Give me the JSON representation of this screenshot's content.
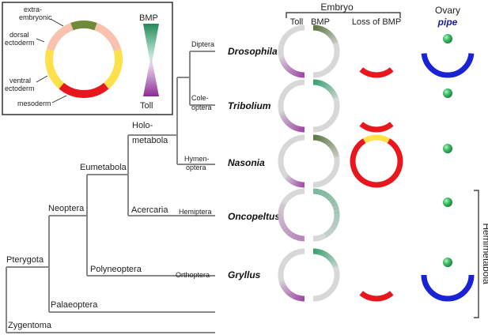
{
  "inset": {
    "labels": {
      "extraembryonic": [
        "extra-",
        "embryonic"
      ],
      "dorsal": [
        "dorsal",
        "ectoderm"
      ],
      "ventral": [
        "ventral",
        "ectoderm"
      ],
      "mesoderm": "mesoderm",
      "bmp": "BMP",
      "toll": "Toll"
    }
  },
  "headers": {
    "embryo": "Embryo",
    "toll": "Toll",
    "bmp": "BMP",
    "loss_of_bmp": "Loss of BMP",
    "ovary": "Ovary",
    "pipe": "pipe",
    "hemimetabola": "Hemimetabola"
  },
  "tree": {
    "clades": {
      "holometabola": [
        "Holo-",
        "metabola"
      ],
      "eumetabola": "Eumetabola",
      "neoptera": "Neoptera",
      "acercaria": "Acercaria",
      "pterygota": "Pterygota",
      "polyneoptera": "Polyneoptera",
      "palaeoptera": "Palaeoptera",
      "zygentoma": "Zygentoma"
    },
    "orders": {
      "diptera": "Diptera",
      "coleoptera": [
        "Cole-",
        "optera"
      ],
      "hymenoptera": [
        "Hymen-",
        "optera"
      ],
      "hemiptera": "Hemiptera",
      "orthoptera": "Orthoptera"
    }
  },
  "species": [
    "Drosophila",
    "Tribolium",
    "Nasonia",
    "Oncopeltus",
    "Gryllus"
  ],
  "colors": {
    "dorsal_ectoderm": "#f8c2ae",
    "ventral_ectoderm": "#fde04a",
    "mesoderm": "#e8161d",
    "extraembryonic": "#6f8a3a",
    "bmp": "#2e9e6c",
    "toll": "#9b3fa3",
    "pipe_blue": "#1a22d6",
    "ovary_gray": "#9a9a9a",
    "oocyte_green": "#3fc26a",
    "pipe_label": "#1a1aa0"
  }
}
